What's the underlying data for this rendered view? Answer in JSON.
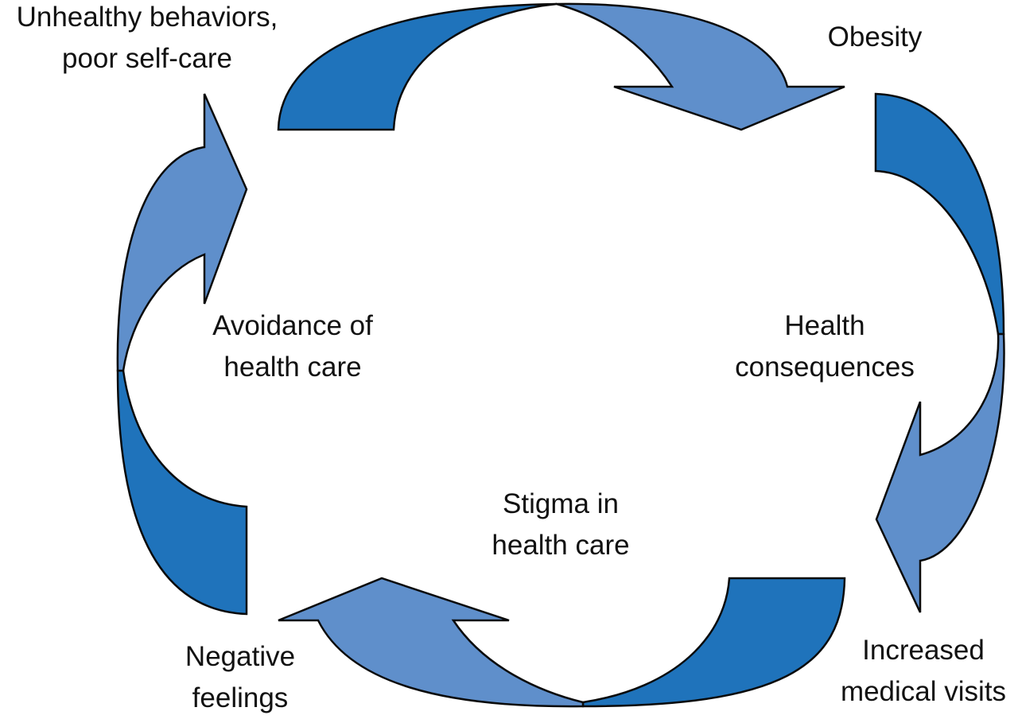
{
  "title": "Cycle of obesity stigma in health care",
  "colors": {
    "dark": "#1f73bb",
    "light": "#5f8fcb",
    "stroke": "#0a0a0a"
  },
  "nodes": [
    {
      "id": "unhealthy",
      "lines": [
        "Unhealthy behaviors,",
        "poor self-care"
      ]
    },
    {
      "id": "obesity",
      "lines": [
        "Obesity"
      ]
    },
    {
      "id": "health-consequences",
      "lines": [
        "Health",
        "consequences"
      ]
    },
    {
      "id": "increased-visits",
      "lines": [
        "Increased",
        "medical visits"
      ]
    },
    {
      "id": "stigma",
      "lines": [
        "Stigma in",
        "health care"
      ]
    },
    {
      "id": "negative-feelings",
      "lines": [
        "Negative",
        "feelings"
      ]
    },
    {
      "id": "avoidance",
      "lines": [
        "Avoidance of",
        "health care"
      ]
    }
  ],
  "arrows": [
    {
      "id": "top",
      "direction": "clockwise"
    },
    {
      "id": "right",
      "direction": "clockwise"
    },
    {
      "id": "bottom",
      "direction": "clockwise"
    },
    {
      "id": "left",
      "direction": "clockwise"
    }
  ]
}
